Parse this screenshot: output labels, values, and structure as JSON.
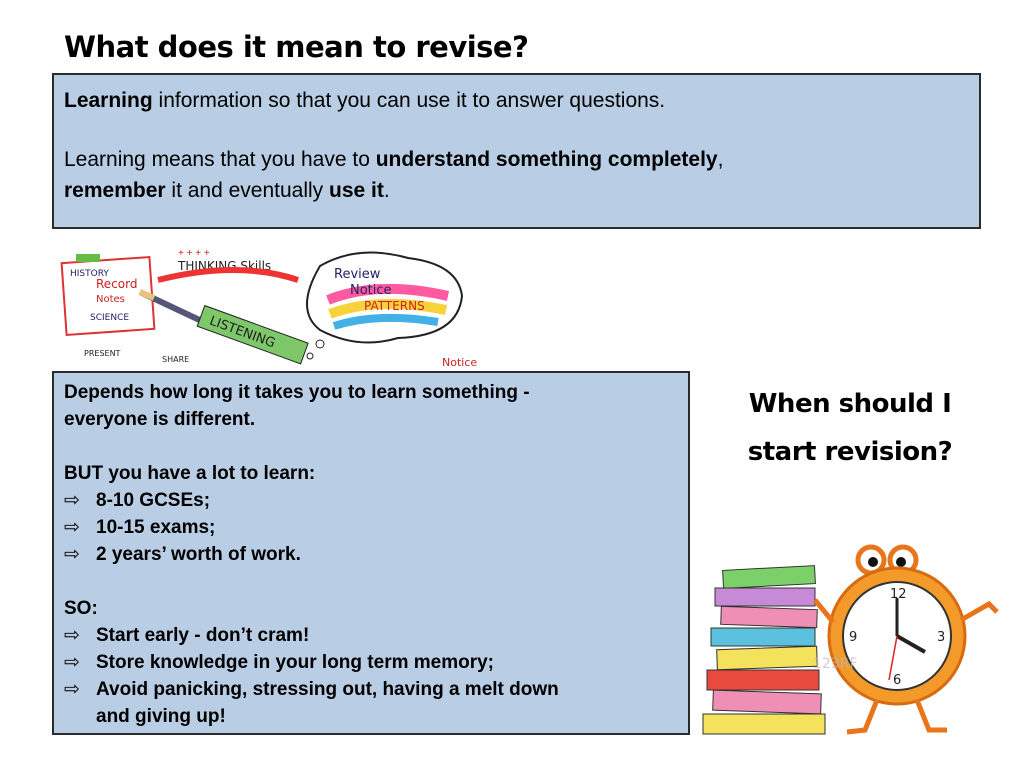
{
  "title": "What does it mean to revise?",
  "box1": {
    "line1_bold": "Learning",
    "line1_rest": " information so that you can use it to answer questions.",
    "line2_a": "Learning means that you have to ",
    "line2_b": "understand something completely",
    "line2_c": ",",
    "line3_a": "remember",
    "line3_b": " it and eventually ",
    "line3_c": "use it",
    "line3_d": "."
  },
  "box2": {
    "intro1": "Depends how long it takes you to learn something -",
    "intro2": "everyone is different.",
    "but": "BUT you have a lot to learn:",
    "list1": [
      "8-10 GCSEs;",
      "10-15 exams;",
      "2 years’ worth of work."
    ],
    "so": "SO:",
    "list2": [
      "Start early - don’t cram!",
      "Store knowledge in your long term memory;",
      "Avoid panicking, stressing out, having a melt down",
      "and giving up!"
    ]
  },
  "heading2": {
    "line1": "When should I",
    "line2": "start revision?"
  },
  "mindmap": {
    "history": "HISTORY",
    "record": "Record",
    "notes": "Notes",
    "science": "SCIENCE",
    "thinking": "THINKING Skills",
    "review": "Review",
    "notice": "Notice",
    "patterns": "PATTERNS",
    "listening": "LISTENING",
    "present": "PRESENT",
    "share": "SHARE",
    "notice2": "Notice"
  },
  "clock": {
    "n12": "12",
    "n3": "3",
    "n6": "6",
    "n9": "9",
    "watermark": "123RF"
  }
}
